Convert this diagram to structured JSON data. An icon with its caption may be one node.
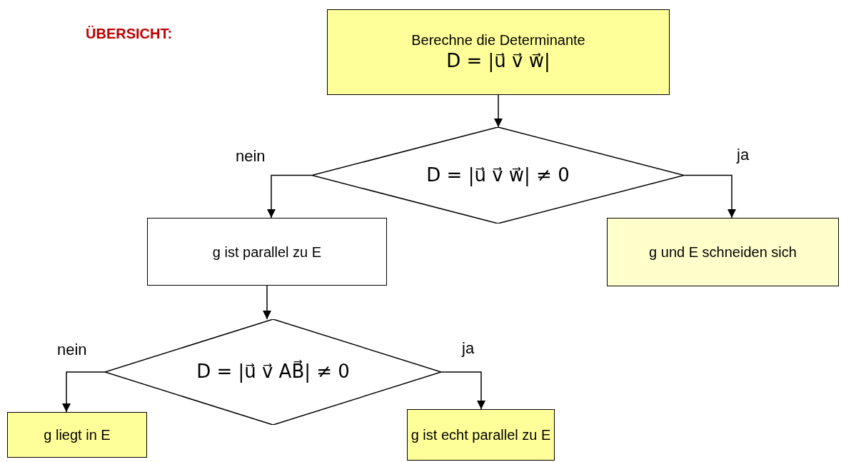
{
  "diagram": {
    "title": "ÜBERSICHT:",
    "nodes": [
      {
        "text": [
          "Berechne die Determinante",
          "D = |u⃗  v⃗  w⃗|"
        ]
      },
      {
        "text": [
          "D = |u⃗  v⃗  w⃗| ≠ 0"
        ]
      },
      {
        "text": [
          "g ist parallel zu E"
        ]
      },
      {
        "text": [
          "g und E schneiden sich"
        ]
      },
      {
        "text": [
          "D = |u⃗  v⃗  AB⃗| ≠ 0"
        ]
      },
      {
        "text": [
          "g liegt in E"
        ]
      },
      {
        "text": [
          "g ist echt parallel zu E"
        ]
      }
    ],
    "edges": [
      {
        "from": 0,
        "to": 1,
        "arrow": "to"
      },
      {
        "from": 1,
        "to": 2,
        "arrow": "to",
        "label": "nein"
      },
      {
        "from": 1,
        "to": 3,
        "arrow": "to",
        "label": "ja"
      },
      {
        "from": 2,
        "to": 4,
        "arrow": "to"
      },
      {
        "from": 4,
        "to": 5,
        "arrow": "to",
        "label": "nein"
      },
      {
        "from": 4,
        "to": 6,
        "arrow": "to",
        "label": "ja"
      }
    ]
  }
}
